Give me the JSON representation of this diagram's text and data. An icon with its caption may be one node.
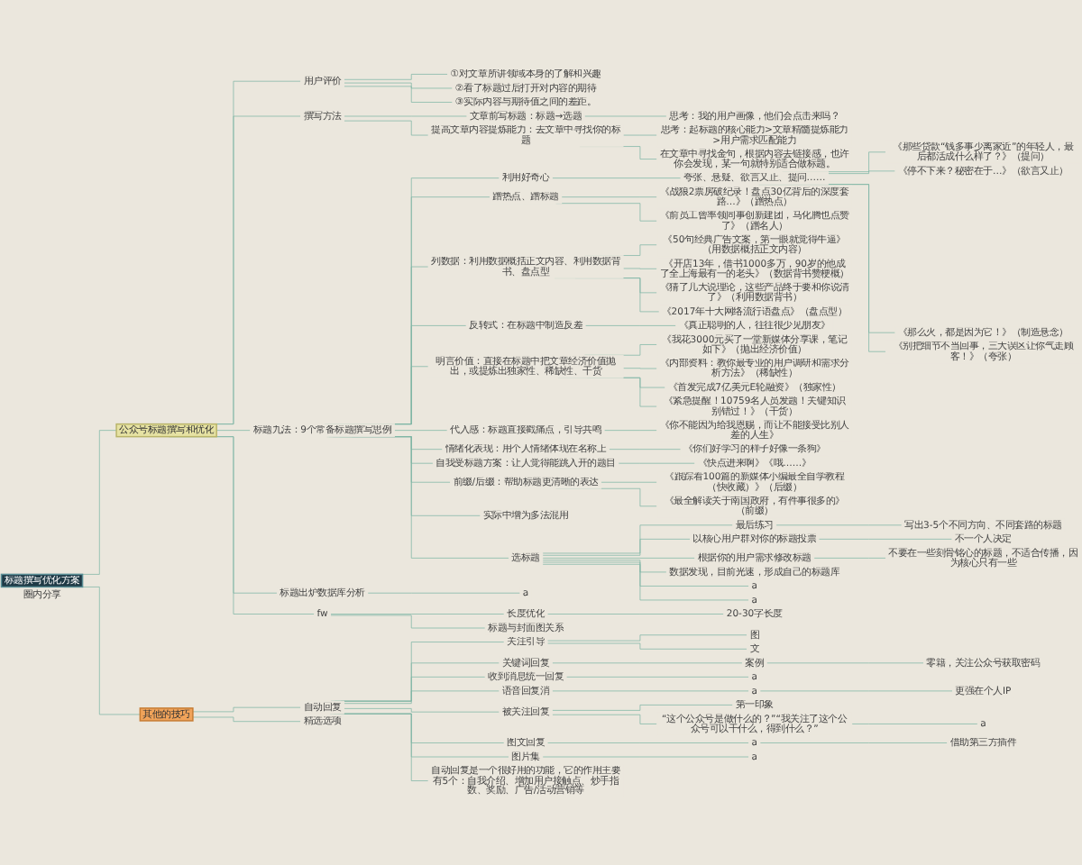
{
  "diagram": {
    "nodes": [
      {
        "text": [
          "标题撰写优化方案"
        ]
      },
      {
        "text": [
          "公众号标题撰写和优化"
        ]
      },
      {
        "text": [
          "圈内分享"
        ]
      },
      {
        "text": [
          "用户评价"
        ]
      },
      {
        "text": [
          "①对文章所讲领域本身的了解和兴趣"
        ]
      },
      {
        "text": [
          "②看了标题过后打开对内容的期待"
        ]
      },
      {
        "text": [
          "③实际内容与期待值之间的差距。"
        ]
      },
      {
        "text": [
          "撰写方法"
        ]
      },
      {
        "text": [
          "文章前写标题：标题→选题"
        ]
      },
      {
        "text": [
          "思考：我的用户画像，他们会点击来吗？"
        ]
      },
      {
        "text": [
          "提高文章内容提炼能力：去文章中寻找你的标题"
        ]
      },
      {
        "text": [
          "思考：起标题的核心能力>文章精髓提炼能力>用户需求匹配能力"
        ]
      },
      {
        "text": [
          "在文章中寻找金句，根据内容去链接感，也许你会发现，某一句就特别适合做标题。"
        ]
      },
      {
        "text": [
          "标题九法：9个常备标题撰写思例"
        ]
      },
      {
        "text": [
          "利用好奇心"
        ]
      },
      {
        "text": [
          "夸张、悬疑、欲言又止、提问……"
        ]
      },
      {
        "text": [
          "《那些贷款“钱多事少离家近”的年轻人，最后都活成什么样了？》（提问）"
        ]
      },
      {
        "text": [
          "《停不下来？秘密在于…》（欲言又止）"
        ]
      },
      {
        "text": [
          "《那么火，都是因为它！》（制造悬念）"
        ]
      },
      {
        "text": [
          "《别把细节不当回事，三大误区让你气走顾客！》（夸张）"
        ]
      },
      {
        "text": [
          "蹭热点、蹭标题"
        ]
      },
      {
        "text": [
          "《战狼2票房破纪录！盘点30亿背后的深度套路…》（蹭热点）"
        ]
      },
      {
        "text": [
          "《前员工曾率领同事创新建团，马化腾也点赞了》（蹭名人）"
        ]
      },
      {
        "text": [
          "列数据：利用数据概括正文内容、利用数据背书、盘点型"
        ]
      },
      {
        "text": [
          "《50句经典广告文案，第一眼就觉得牛逼》（用数据概括正文内容）"
        ]
      },
      {
        "text": [
          "《开店13年，借书1000多万，90岁的他成了全上海最有一的老头》（数据背书赞梗概）"
        ]
      },
      {
        "text": [
          "《猜了几大说理论，这些产品终于要和你说清了》（利用数据背书）"
        ]
      },
      {
        "text": [
          "《2017年十大网络流行语盘点》（盘点型）"
        ]
      },
      {
        "text": [
          "反转式：在标题中制造反差"
        ]
      },
      {
        "text": [
          "《真正聪明的人，往往很少见朋友》"
        ]
      },
      {
        "text": [
          "明言价值：直接在标题中把文章经济价值抛出，或提炼出独家性、稀缺性、干货"
        ]
      },
      {
        "text": [
          "《我花3000元买了一堂新媒体分享课，笔记如下》（抛出经济价值）"
        ]
      },
      {
        "text": [
          "《内部资料：教你最专业的用户调研和需求分析方法》（稀缺性）"
        ]
      },
      {
        "text": [
          "《首发完成7亿美元E轮融资》（独家性）"
        ]
      },
      {
        "text": [
          "《紧急提醒！10759名人员发题！关键知识别错过！》（干货）"
        ]
      },
      {
        "text": [
          "代入感：标题直接戳痛点，引导共鸣"
        ]
      },
      {
        "text": [
          "《你不能因为给我恩赐，而让不能接受比别人差的人生》"
        ]
      },
      {
        "text": [
          "情绪化表现：用个人情绪体现在名称上"
        ]
      },
      {
        "text": [
          "《你们好学习的样子好像一条狗》"
        ]
      },
      {
        "text": [
          "自我受标题方案：让人觉得能跳入开的题目"
        ]
      },
      {
        "text": [
          "《快点进来啊》《哦……》"
        ]
      },
      {
        "text": [
          "前缀/后缀：帮助标题更清晰的表达"
        ]
      },
      {
        "text": [
          "《跟踪看100篇的新媒体小编最全自学教程（快收藏）》（后缀）"
        ]
      },
      {
        "text": [
          "《最全解读关于南国政府，有件事很多的》（前缀）"
        ]
      },
      {
        "text": [
          "实际中增为多法混用"
        ]
      },
      {
        "text": [
          "选标题"
        ]
      },
      {
        "text": [
          "最后练习"
        ]
      },
      {
        "text": [
          "写出3-5个不同方向、不同套路的标题"
        ]
      },
      {
        "text": [
          "以核心用户群对你的标题投票"
        ]
      },
      {
        "text": [
          "不一个人决定"
        ]
      },
      {
        "text": [
          "根据你的用户需求修改标题"
        ]
      },
      {
        "text": [
          "不要在一些刻骨铭心的标题，不适合传播，因为核心只有一些"
        ]
      },
      {
        "text": [
          "数据发现，目前光速，形成自己的标题库"
        ]
      },
      {
        "text": [
          "a"
        ]
      },
      {
        "text": [
          "a"
        ]
      },
      {
        "text": [
          "标题出炉数据库分析"
        ]
      },
      {
        "text": [
          "a"
        ]
      },
      {
        "text": [
          "fw"
        ]
      },
      {
        "text": [
          "长度优化"
        ]
      },
      {
        "text": [
          "20-30字长度"
        ]
      },
      {
        "text": [
          "标题与封面图关系"
        ]
      },
      {
        "text": [
          "其他的技巧"
        ]
      },
      {
        "text": [
          "自动回复"
        ]
      },
      {
        "text": [
          "关注引导"
        ]
      },
      {
        "text": [
          "图"
        ]
      },
      {
        "text": [
          "文"
        ]
      },
      {
        "text": [
          "关键词回复"
        ]
      },
      {
        "text": [
          "案例"
        ]
      },
      {
        "text": [
          "零籍，关注公众号获取密码"
        ]
      },
      {
        "text": [
          "收到消息统一回复"
        ]
      },
      {
        "text": [
          "a"
        ]
      },
      {
        "text": [
          "语音回复消"
        ]
      },
      {
        "text": [
          "a"
        ]
      },
      {
        "text": [
          "更强在个人IP"
        ]
      },
      {
        "text": [
          "被关注回复"
        ]
      },
      {
        "text": [
          "第一印象"
        ]
      },
      {
        "text": [
          "“这个公众号是做什么的？”“我关注了这个公众号可以干什么，得到什么？”"
        ]
      },
      {
        "text": [
          "a"
        ]
      },
      {
        "text": [
          "图文回复"
        ]
      },
      {
        "text": [
          "a"
        ]
      },
      {
        "text": [
          "借助第三方插件"
        ]
      },
      {
        "text": [
          "图片集"
        ]
      },
      {
        "text": [
          "a"
        ]
      },
      {
        "text": [
          "自动回复是一个很好用的功能，它的作用主要有5个：自我介绍、增加用户接触点、炒手指数、奖励、广告/活动营销等"
        ]
      },
      {
        "text": [
          "精选选项"
        ]
      }
    ],
    "edges": [
      {
        "from": 0,
        "to": 1,
        "arrow": "none"
      },
      {
        "from": 1,
        "to": 3,
        "arrow": "none"
      },
      {
        "from": 3,
        "to": 4,
        "arrow": "none"
      },
      {
        "from": 3,
        "to": 5,
        "arrow": "none"
      },
      {
        "from": 3,
        "to": 6,
        "arrow": "none"
      },
      {
        "from": 1,
        "to": 7,
        "arrow": "none"
      },
      {
        "from": 7,
        "to": 8,
        "arrow": "none"
      },
      {
        "from": 8,
        "to": 9,
        "arrow": "none"
      },
      {
        "from": 7,
        "to": 10,
        "arrow": "none"
      },
      {
        "from": 10,
        "to": 11,
        "arrow": "none"
      },
      {
        "from": 10,
        "to": 12,
        "arrow": "none"
      },
      {
        "from": 1,
        "to": 13,
        "arrow": "none"
      },
      {
        "from": 13,
        "to": 14,
        "arrow": "none"
      },
      {
        "from": 14,
        "to": 15,
        "arrow": "none"
      },
      {
        "from": 15,
        "to": 16,
        "arrow": "none"
      },
      {
        "from": 15,
        "to": 17,
        "arrow": "none"
      },
      {
        "from": 15,
        "to": 18,
        "arrow": "none"
      },
      {
        "from": 15,
        "to": 19,
        "arrow": "none"
      },
      {
        "from": 13,
        "to": 20,
        "arrow": "none"
      },
      {
        "from": 20,
        "to": 21,
        "arrow": "none"
      },
      {
        "from": 20,
        "to": 22,
        "arrow": "none"
      },
      {
        "from": 13,
        "to": 23,
        "arrow": "none"
      },
      {
        "from": 23,
        "to": 24,
        "arrow": "none"
      },
      {
        "from": 23,
        "to": 25,
        "arrow": "none"
      },
      {
        "from": 23,
        "to": 26,
        "arrow": "none"
      },
      {
        "from": 23,
        "to": 27,
        "arrow": "none"
      },
      {
        "from": 13,
        "to": 28,
        "arrow": "none"
      },
      {
        "from": 28,
        "to": 29,
        "arrow": "none"
      },
      {
        "from": 13,
        "to": 30,
        "arrow": "none"
      },
      {
        "from": 30,
        "to": 31,
        "arrow": "none"
      },
      {
        "from": 30,
        "to": 32,
        "arrow": "none"
      },
      {
        "from": 30,
        "to": 33,
        "arrow": "none"
      },
      {
        "from": 30,
        "to": 34,
        "arrow": "none"
      },
      {
        "from": 13,
        "to": 35,
        "arrow": "none"
      },
      {
        "from": 35,
        "to": 36,
        "arrow": "none"
      },
      {
        "from": 13,
        "to": 37,
        "arrow": "none"
      },
      {
        "from": 37,
        "to": 38,
        "arrow": "none"
      },
      {
        "from": 13,
        "to": 39,
        "arrow": "none"
      },
      {
        "from": 39,
        "to": 40,
        "arrow": "none"
      },
      {
        "from": 13,
        "to": 41,
        "arrow": "none"
      },
      {
        "from": 41,
        "to": 42,
        "arrow": "none"
      },
      {
        "from": 41,
        "to": 43,
        "arrow": "none"
      },
      {
        "from": 13,
        "to": 44,
        "arrow": "none"
      },
      {
        "from": 13,
        "to": 45,
        "arrow": "none"
      },
      {
        "from": 45,
        "to": 46,
        "arrow": "none"
      },
      {
        "from": 46,
        "to": 47,
        "arrow": "none"
      },
      {
        "from": 45,
        "to": 48,
        "arrow": "none"
      },
      {
        "from": 48,
        "to": 49,
        "arrow": "none"
      },
      {
        "from": 45,
        "to": 50,
        "arrow": "none"
      },
      {
        "from": 50,
        "to": 51,
        "arrow": "none"
      },
      {
        "from": 45,
        "to": 52,
        "arrow": "none"
      },
      {
        "from": 45,
        "to": 53,
        "arrow": "none"
      },
      {
        "from": 45,
        "to": 54,
        "arrow": "none"
      },
      {
        "from": 1,
        "to": 55,
        "arrow": "none"
      },
      {
        "from": 55,
        "to": 56,
        "arrow": "none"
      },
      {
        "from": 1,
        "to": 57,
        "arrow": "none"
      },
      {
        "from": 57,
        "to": 58,
        "arrow": "none"
      },
      {
        "from": 58,
        "to": 59,
        "arrow": "none"
      },
      {
        "from": 57,
        "to": 60,
        "arrow": "none"
      },
      {
        "from": 0,
        "to": 61,
        "arrow": "none"
      },
      {
        "from": 61,
        "to": 62,
        "arrow": "none"
      },
      {
        "from": 62,
        "to": 63,
        "arrow": "none"
      },
      {
        "from": 63,
        "to": 64,
        "arrow": "none"
      },
      {
        "from": 63,
        "to": 65,
        "arrow": "none"
      },
      {
        "from": 62,
        "to": 66,
        "arrow": "none"
      },
      {
        "from": 66,
        "to": 67,
        "arrow": "none"
      },
      {
        "from": 67,
        "to": 68,
        "arrow": "none"
      },
      {
        "from": 62,
        "to": 69,
        "arrow": "none"
      },
      {
        "from": 69,
        "to": 70,
        "arrow": "none"
      },
      {
        "from": 62,
        "to": 71,
        "arrow": "none"
      },
      {
        "from": 71,
        "to": 72,
        "arrow": "none"
      },
      {
        "from": 72,
        "to": 73,
        "arrow": "none"
      },
      {
        "from": 62,
        "to": 74,
        "arrow": "none"
      },
      {
        "from": 74,
        "to": 75,
        "arrow": "none"
      },
      {
        "from": 74,
        "to": 76,
        "arrow": "none"
      },
      {
        "from": 76,
        "to": 77,
        "arrow": "none"
      },
      {
        "from": 62,
        "to": 78,
        "arrow": "none"
      },
      {
        "from": 78,
        "to": 79,
        "arrow": "none"
      },
      {
        "from": 79,
        "to": 80,
        "arrow": "none"
      },
      {
        "from": 62,
        "to": 81,
        "arrow": "none"
      },
      {
        "from": 81,
        "to": 82,
        "arrow": "none"
      },
      {
        "from": 62,
        "to": 83,
        "arrow": "none"
      },
      {
        "from": 61,
        "to": 84,
        "arrow": "none"
      }
    ]
  }
}
